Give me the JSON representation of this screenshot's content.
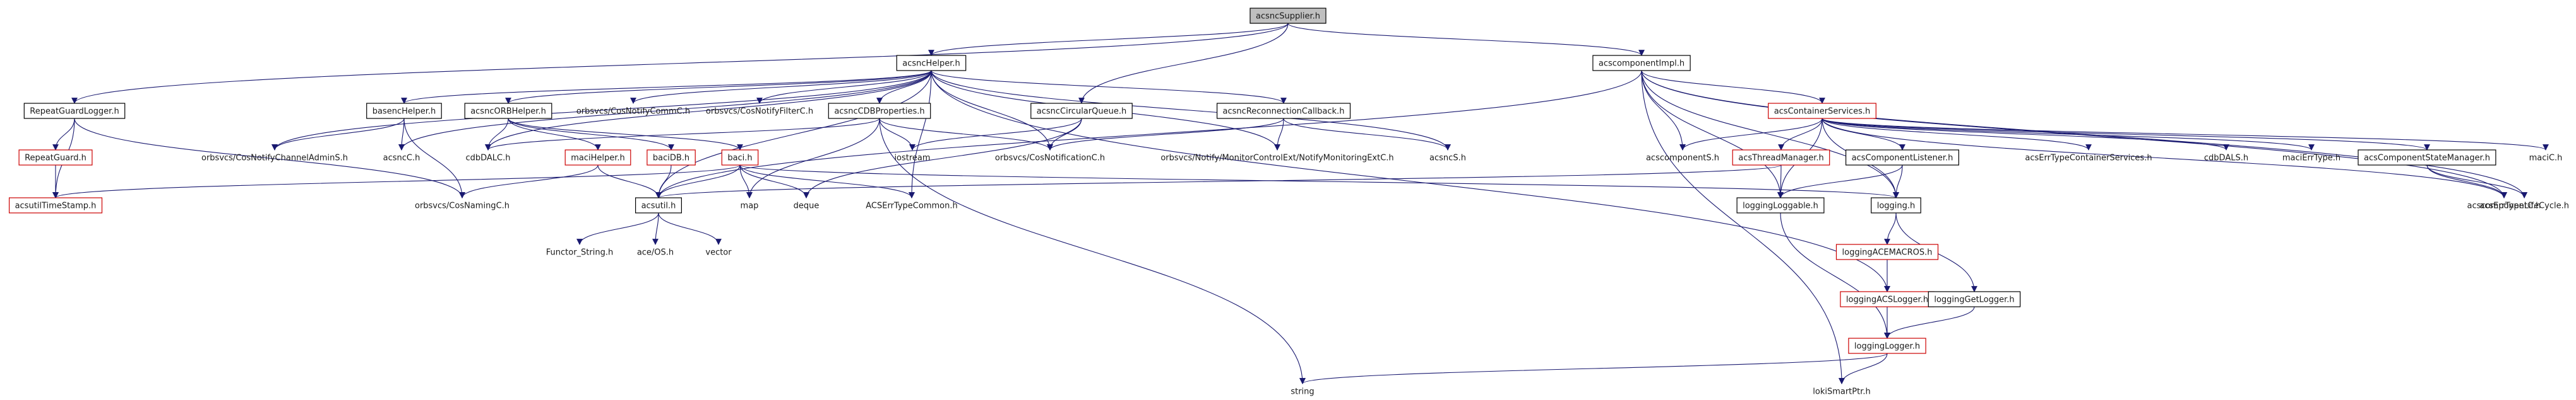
{
  "diagram": {
    "type": "include-dependency-graph",
    "root": "acsncSupplier.h",
    "colors": {
      "edge": "#191970",
      "root_fill": "#bfbfbf",
      "node_border": "#000000",
      "unresolved_border": "#cc0000",
      "text": "#1a1a1a"
    },
    "nodes": [
      {
        "id": "acsncSupplier",
        "label": "acsncSupplier.h",
        "style": "root"
      },
      {
        "id": "acsncHelper",
        "label": "acsncHelper.h",
        "style": "box"
      },
      {
        "id": "acscomponentImpl",
        "label": "acscomponentImpl.h",
        "style": "box"
      },
      {
        "id": "RepeatGuardLogger",
        "label": "RepeatGuardLogger.h",
        "style": "box"
      },
      {
        "id": "basencHelper",
        "label": "basencHelper.h",
        "style": "box"
      },
      {
        "id": "acsncORBHelper",
        "label": "acsncORBHelper.h",
        "style": "box"
      },
      {
        "id": "orbsvcs_CosNotifyCommC",
        "label": "orbsvcs/CosNotifyCommC.h",
        "style": "none"
      },
      {
        "id": "orbsvcs_CosNotifyFilterC",
        "label": "orbsvcs/CosNotifyFilterC.h",
        "style": "none"
      },
      {
        "id": "acsncCDBProperties",
        "label": "acsncCDBProperties.h",
        "style": "box"
      },
      {
        "id": "acsncCircularQueue",
        "label": "acsncCircularQueue.h",
        "style": "box"
      },
      {
        "id": "acsncReconnectionCallback",
        "label": "acsncReconnectionCallback.h",
        "style": "box"
      },
      {
        "id": "acsContainerServices",
        "label": "acsContainerServices.h",
        "style": "red"
      },
      {
        "id": "RepeatGuard",
        "label": "RepeatGuard.h",
        "style": "red"
      },
      {
        "id": "acsutilTimeStamp",
        "label": "acsutilTimeStamp.h",
        "style": "red"
      },
      {
        "id": "orbsvcs_CosNotifyChannelAdminS",
        "label": "orbsvcs/CosNotifyChannelAdminS.h",
        "style": "none"
      },
      {
        "id": "acsncC",
        "label": "acsncC.h",
        "style": "none"
      },
      {
        "id": "cdbDALC",
        "label": "cdbDALC.h",
        "style": "none"
      },
      {
        "id": "maciHelper",
        "label": "maciHelper.h",
        "style": "red"
      },
      {
        "id": "baciDB",
        "label": "baciDB.h",
        "style": "red"
      },
      {
        "id": "baci",
        "label": "baci.h",
        "style": "red"
      },
      {
        "id": "iostream",
        "label": "iostream",
        "style": "none"
      },
      {
        "id": "orbsvcs_CosNotificationC",
        "label": "orbsvcs/CosNotificationC.h",
        "style": "none"
      },
      {
        "id": "orbsvcs_NotifyMonitoring",
        "label": "orbsvcs/Notify/MonitorControlExt/NotifyMonitoringExtC.h",
        "style": "none"
      },
      {
        "id": "acsncS",
        "label": "acsncS.h",
        "style": "none"
      },
      {
        "id": "acscomponentS",
        "label": "acscomponentS.h",
        "style": "none"
      },
      {
        "id": "acsThreadManager",
        "label": "acsThreadManager.h",
        "style": "red"
      },
      {
        "id": "acsComponentListener",
        "label": "acsComponentListener.h",
        "style": "box"
      },
      {
        "id": "acsErrTypeContainerServices",
        "label": "acsErrTypeContainerServices.h",
        "style": "none"
      },
      {
        "id": "cdbDALS",
        "label": "cdbDALS.h",
        "style": "none"
      },
      {
        "id": "maciErrType",
        "label": "maciErrType.h",
        "style": "none"
      },
      {
        "id": "acsComponentStateManager",
        "label": "acsComponentStateManager.h",
        "style": "box"
      },
      {
        "id": "maciC",
        "label": "maciC.h",
        "style": "none"
      },
      {
        "id": "acsutil",
        "label": "acsutil.h",
        "style": "box"
      },
      {
        "id": "orbsvcs_CosNamingC",
        "label": "orbsvcs/CosNamingC.h",
        "style": "none"
      },
      {
        "id": "map",
        "label": "map",
        "style": "none"
      },
      {
        "id": "deque",
        "label": "deque",
        "style": "none"
      },
      {
        "id": "ACSErrTypeCommon",
        "label": "ACSErrTypeCommon.h",
        "style": "none"
      },
      {
        "id": "loggingLoggable",
        "label": "loggingLoggable.h",
        "style": "box"
      },
      {
        "id": "logging",
        "label": "logging.h",
        "style": "box"
      },
      {
        "id": "acscomponentC",
        "label": "acscomponentC.h",
        "style": "none"
      },
      {
        "id": "acsErrTypeLifeCycle",
        "label": "acsErrTypeLifeCycle.h",
        "style": "none"
      },
      {
        "id": "Functor_String",
        "label": "Functor_String.h",
        "style": "none"
      },
      {
        "id": "aceOS",
        "label": "ace/OS.h",
        "style": "none"
      },
      {
        "id": "vector",
        "label": "vector",
        "style": "none"
      },
      {
        "id": "loggingACEMACROS",
        "label": "loggingACEMACROS.h",
        "style": "red"
      },
      {
        "id": "loggingACSLogger",
        "label": "loggingACSLogger.h",
        "style": "red"
      },
      {
        "id": "loggingGetLogger",
        "label": "loggingGetLogger.h",
        "style": "box"
      },
      {
        "id": "loggingLogger",
        "label": "loggingLogger.h",
        "style": "red"
      },
      {
        "id": "string",
        "label": "string",
        "style": "none"
      },
      {
        "id": "lokiSmartPtr",
        "label": "lokiSmartPtr.h",
        "style": "none"
      }
    ],
    "edges": [
      [
        "acsncSupplier",
        "acsncHelper"
      ],
      [
        "acsncSupplier",
        "acscomponentImpl"
      ],
      [
        "acsncSupplier",
        "RepeatGuardLogger"
      ],
      [
        "acsncSupplier",
        "acsncCircularQueue"
      ],
      [
        "acsncHelper",
        "basencHelper"
      ],
      [
        "acsncHelper",
        "acsncORBHelper"
      ],
      [
        "acsncHelper",
        "orbsvcs_CosNotifyCommC"
      ],
      [
        "acsncHelper",
        "orbsvcs_CosNotifyFilterC"
      ],
      [
        "acsncHelper",
        "acsncCDBProperties"
      ],
      [
        "acsncHelper",
        "acsncReconnectionCallback"
      ],
      [
        "acsncHelper",
        "orbsvcs_CosNotifyChannelAdminS"
      ],
      [
        "acsncHelper",
        "acsncC"
      ],
      [
        "acsncHelper",
        "cdbDALC"
      ],
      [
        "acsncHelper",
        "orbsvcs_CosNotificationC"
      ],
      [
        "acsncHelper",
        "acsncS"
      ],
      [
        "acsncHelper",
        "orbsvcs_NotifyMonitoring"
      ],
      [
        "acsncHelper",
        "ACSErrTypeCommon"
      ],
      [
        "acsncHelper",
        "acsutil"
      ],
      [
        "acsncHelper",
        "loggingACSLogger"
      ],
      [
        "acscomponentImpl",
        "acsContainerServices"
      ],
      [
        "acscomponentImpl",
        "acscomponentS"
      ],
      [
        "acscomponentImpl",
        "loggingLoggable"
      ],
      [
        "acscomponentImpl",
        "logging"
      ],
      [
        "acscomponentImpl",
        "acsutil"
      ],
      [
        "acscomponentImpl",
        "acscomponentC"
      ],
      [
        "acscomponentImpl",
        "acsErrTypeLifeCycle"
      ],
      [
        "acscomponentImpl",
        "lokiSmartPtr"
      ],
      [
        "RepeatGuardLogger",
        "RepeatGuard"
      ],
      [
        "RepeatGuardLogger",
        "acsutilTimeStamp"
      ],
      [
        "RepeatGuardLogger",
        "orbsvcs_CosNamingC"
      ],
      [
        "RepeatGuard",
        "acsutilTimeStamp"
      ],
      [
        "basencHelper",
        "orbsvcs_CosNotifyChannelAdminS"
      ],
      [
        "basencHelper",
        "acsncC"
      ],
      [
        "basencHelper",
        "orbsvcs_CosNamingC"
      ],
      [
        "acsncORBHelper",
        "cdbDALC"
      ],
      [
        "acsncORBHelper",
        "maciHelper"
      ],
      [
        "acsncORBHelper",
        "baciDB"
      ],
      [
        "acsncORBHelper",
        "baci"
      ],
      [
        "acsncCDBProperties",
        "cdbDALC"
      ],
      [
        "acsncCDBProperties",
        "iostream"
      ],
      [
        "acsncCDBProperties",
        "orbsvcs_CosNotificationC"
      ],
      [
        "acsncCDBProperties",
        "map"
      ],
      [
        "acsncCDBProperties",
        "string"
      ],
      [
        "acsncCircularQueue",
        "iostream"
      ],
      [
        "acsncCircularQueue",
        "orbsvcs_CosNotificationC"
      ],
      [
        "acsncCircularQueue",
        "deque"
      ],
      [
        "acsncReconnectionCallback",
        "orbsvcs_CosNotificationC"
      ],
      [
        "acsncReconnectionCallback",
        "orbsvcs_NotifyMonitoring"
      ],
      [
        "acsncReconnectionCallback",
        "acsncS"
      ],
      [
        "maciHelper",
        "orbsvcs_CosNamingC"
      ],
      [
        "maciHelper",
        "acsutil"
      ],
      [
        "baciDB",
        "acsutil"
      ],
      [
        "baci",
        "acsutil"
      ],
      [
        "baci",
        "map"
      ],
      [
        "baci",
        "deque"
      ],
      [
        "baci",
        "ACSErrTypeCommon"
      ],
      [
        "baci",
        "logging"
      ],
      [
        "baci",
        "acsutilTimeStamp"
      ],
      [
        "acsutil",
        "Functor_String"
      ],
      [
        "acsutil",
        "aceOS"
      ],
      [
        "acsutil",
        "vector"
      ],
      [
        "acsContainerServices",
        "acscomponentS"
      ],
      [
        "acsContainerServices",
        "acsThreadManager"
      ],
      [
        "acsContainerServices",
        "acsComponentListener"
      ],
      [
        "acsContainerServices",
        "acsErrTypeContainerServices"
      ],
      [
        "acsContainerServices",
        "cdbDALS"
      ],
      [
        "acsContainerServices",
        "maciErrType"
      ],
      [
        "acsContainerServices",
        "acsComponentStateManager"
      ],
      [
        "acsContainerServices",
        "maciC"
      ],
      [
        "acsContainerServices",
        "loggingLoggable"
      ],
      [
        "acsContainerServices",
        "logging"
      ],
      [
        "acsContainerServices",
        "acscomponentC"
      ],
      [
        "acsThreadManager",
        "loggingLoggable"
      ],
      [
        "acsThreadManager",
        "acsutil"
      ],
      [
        "acsComponentListener",
        "loggingLoggable"
      ],
      [
        "acsComponentListener",
        "logging"
      ],
      [
        "acsComponentStateManager",
        "acscomponentC"
      ],
      [
        "acsComponentStateManager",
        "acsErrTypeLifeCycle"
      ],
      [
        "loggingLoggable",
        "loggingLogger"
      ],
      [
        "logging",
        "loggingACEMACROS"
      ],
      [
        "logging",
        "loggingGetLogger"
      ],
      [
        "loggingACEMACROS",
        "loggingACSLogger"
      ],
      [
        "loggingACSLogger",
        "loggingLogger"
      ],
      [
        "loggingGetLogger",
        "loggingLogger"
      ],
      [
        "loggingLogger",
        "string"
      ],
      [
        "loggingLogger",
        "lokiSmartPtr"
      ]
    ]
  }
}
